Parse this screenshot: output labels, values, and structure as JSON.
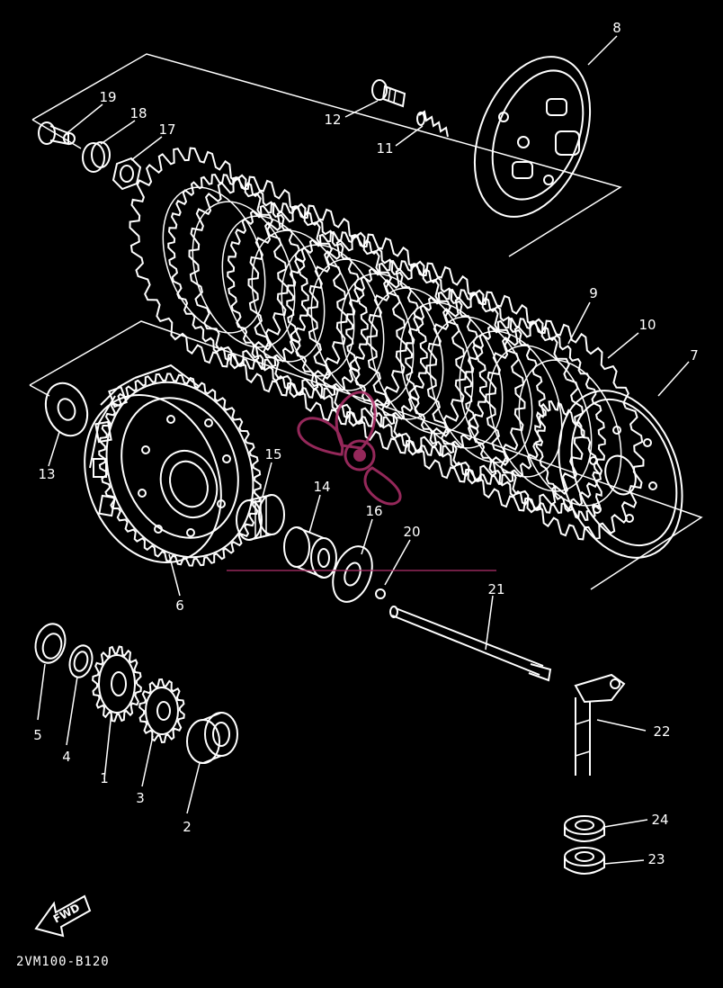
{
  "diagram": {
    "part_numbers": [
      "1",
      "2",
      "3",
      "4",
      "5",
      "6",
      "7",
      "8",
      "9",
      "10",
      "11",
      "12",
      "13",
      "14",
      "15",
      "16",
      "17",
      "18",
      "19",
      "20",
      "21",
      "22",
      "23",
      "24"
    ],
    "direction_label": "FWD",
    "drawing_code": "2VM100-B120"
  },
  "colors": {
    "background": "#000000",
    "line": "#ffffff",
    "watermark": "#b0306a"
  },
  "watermark": {
    "type": "propeller-logo"
  }
}
